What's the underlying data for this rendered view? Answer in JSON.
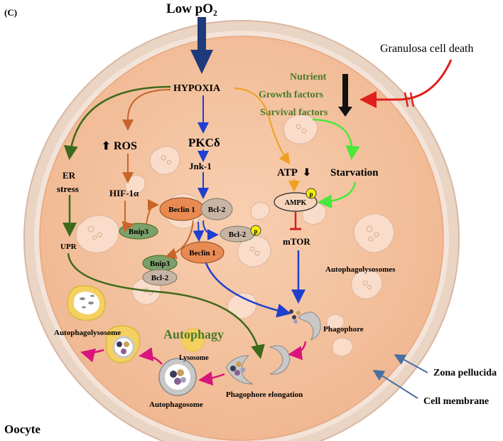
{
  "panel": "(C)",
  "inputs": {
    "low_po2": "Low pO₂",
    "granulosa": "Granulosa cell death"
  },
  "cell_labels": {
    "oocyte": "Oocyte",
    "zona": "Zona pellucida",
    "membrane": "Cell membrane"
  },
  "pathway": {
    "hypoxia": "HYPOXIA",
    "nutrient": "Nutrient",
    "growth": "Growth factors",
    "survival": "Survival factors",
    "ros": "ROS",
    "ros_arrow": "⬆",
    "hif": "HIF-1α",
    "bnip3": "Bnip3",
    "beclin1": "Beclin 1",
    "bcl2": "Bcl-2",
    "pkc": "PKCδ",
    "jnk": "Jnk-1",
    "p": "p",
    "atp": "ATP",
    "atp_arrow": "⬇",
    "starvation": "Starvation",
    "ampk": "AMPK",
    "mtor": "mTOR",
    "er": "ER",
    "stress": "stress",
    "upr": "UPR"
  },
  "stages": {
    "autophagy": "Autophagy",
    "autophagolysosomes": "Autophagolysosomes",
    "phagophore": "Phagophore",
    "elongation": "Phagophore elongation",
    "autophagosome": "Autophagosome",
    "lysosome": "Lysosome",
    "autophagolysosome": "Autophagolysosome"
  },
  "colors": {
    "cell_fill": "#f4c2a0",
    "zona_ring": "#e8cfbe",
    "hypoxia_arrow": "#1f3a7a",
    "blue_path": "#1f3fcf",
    "orange_path": "#c8652a",
    "amber_path": "#f0a020",
    "green_path": "#3d6a1a",
    "lime_path": "#49e83a",
    "magenta_path": "#d8157a",
    "red_signal": "#e0201a",
    "inhibit": "#d22020",
    "pointer": "#4a70a0"
  }
}
